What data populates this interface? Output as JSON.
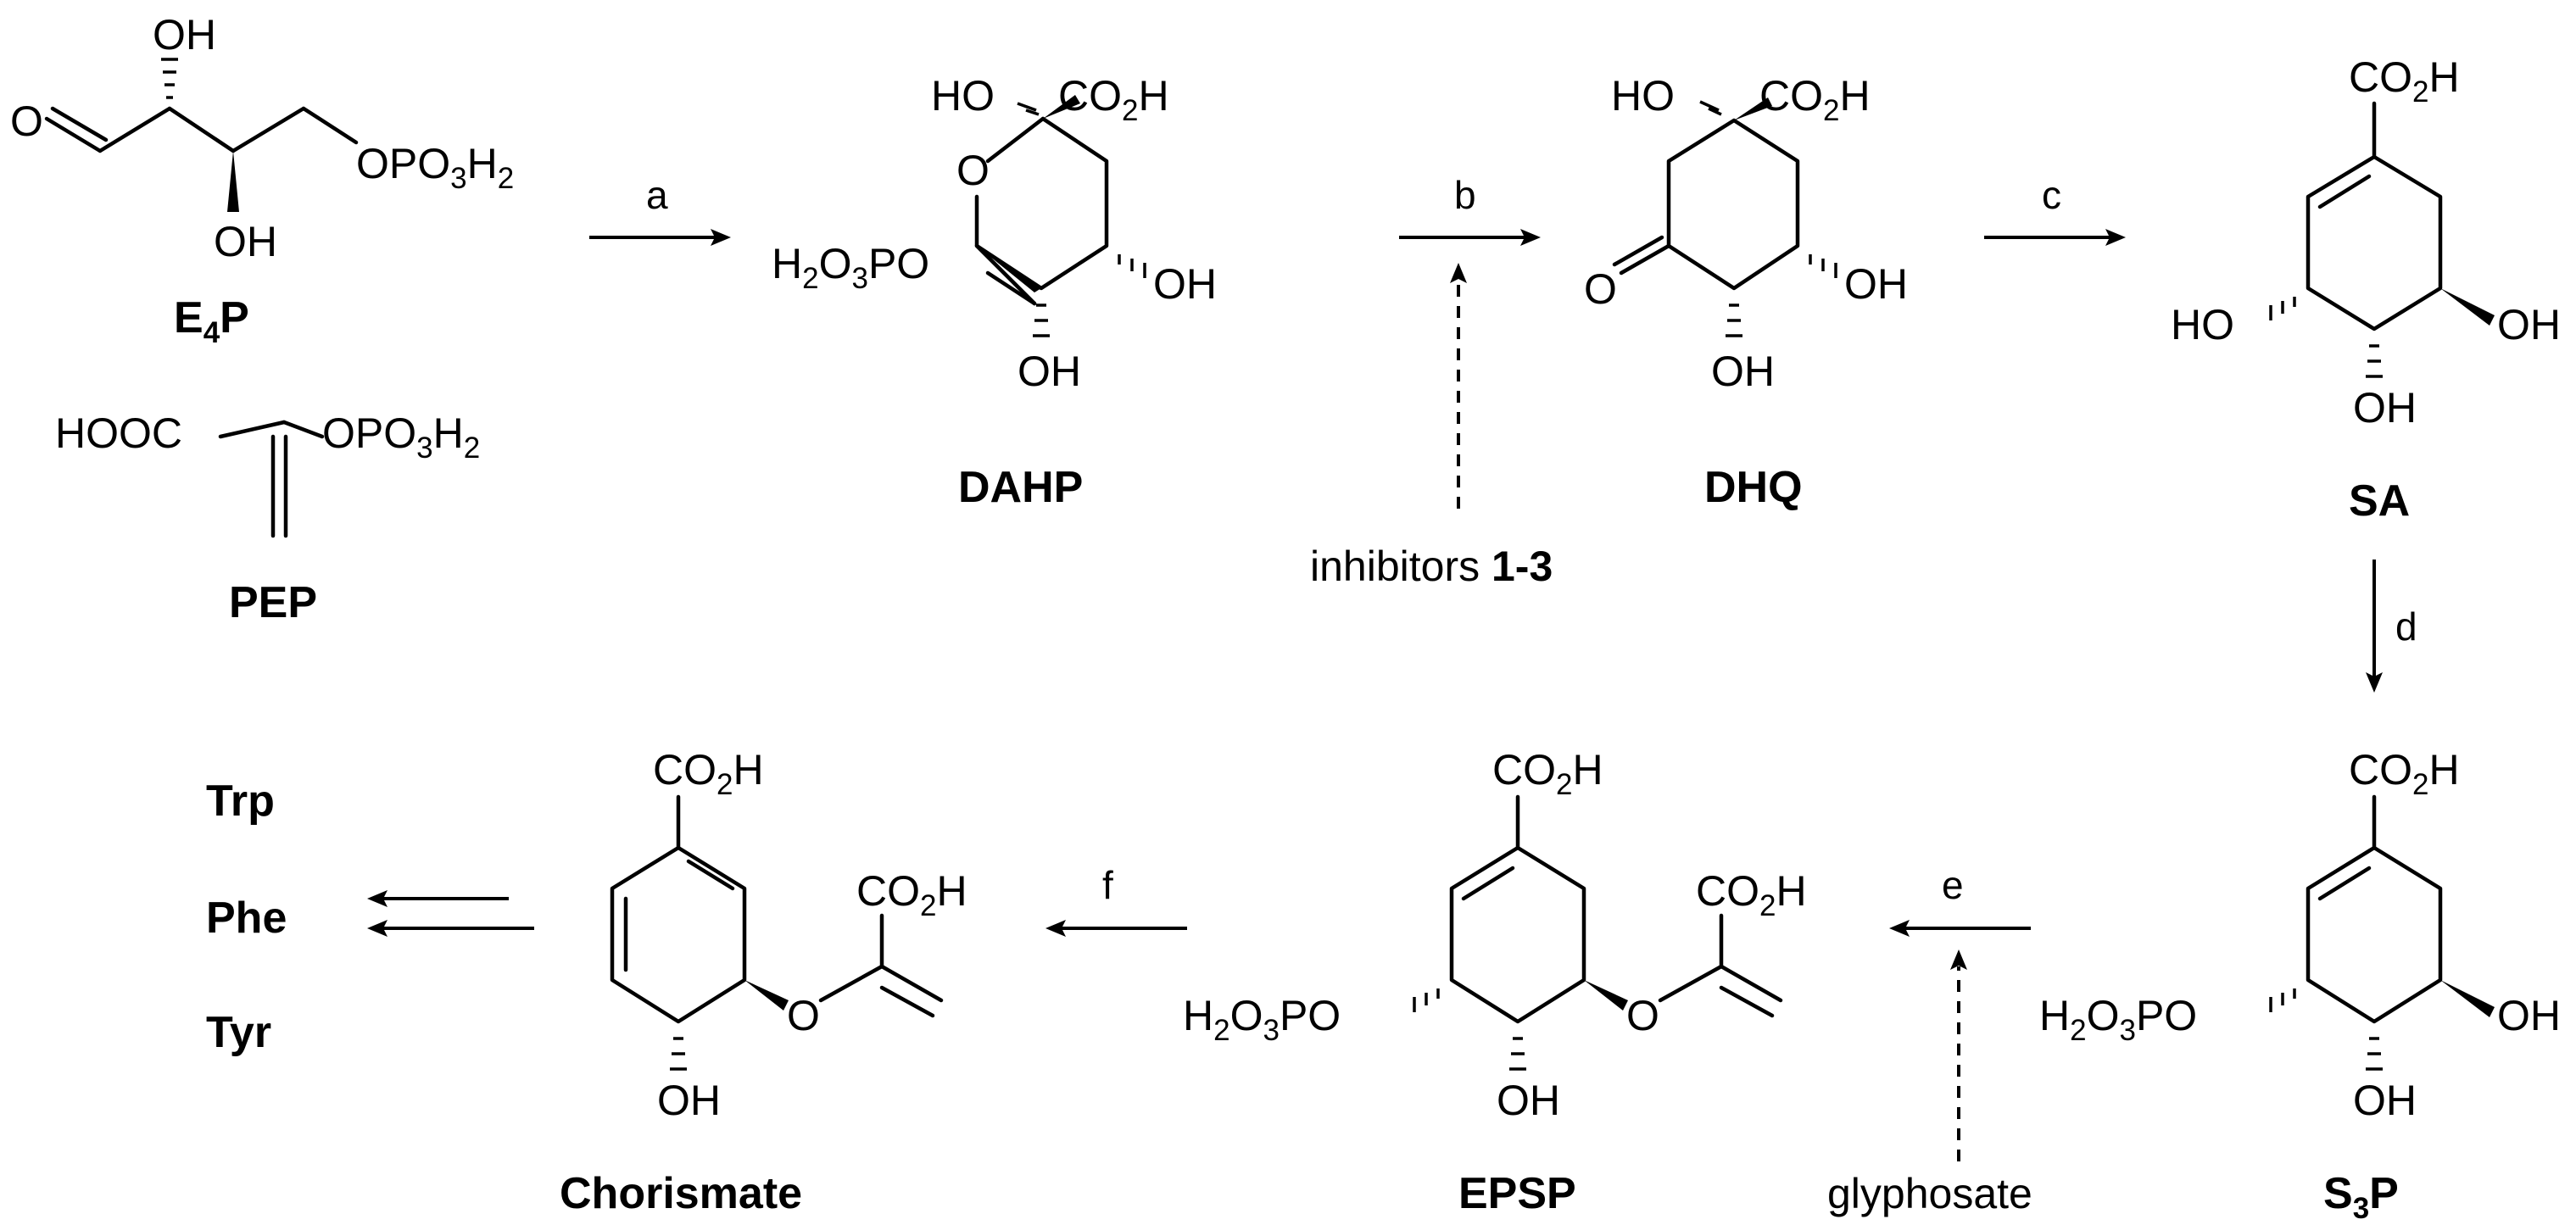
{
  "compounds": {
    "e4p": {
      "name": "E4P",
      "o": "O",
      "oh_top": "OH",
      "oh_bottom": "OH",
      "phosphate": "OPO3H2"
    },
    "pep": {
      "name": "PEP",
      "acid": "HOOC",
      "phosphate": "OPO3H2"
    },
    "dahp": {
      "name": "DAHP",
      "ho": "HO",
      "co2h": "CO2H",
      "ring_o": "O",
      "phosphate": "H2O3PO",
      "oh_right": "OH",
      "oh_bottom": "OH"
    },
    "dhq": {
      "name": "DHQ",
      "ho": "HO",
      "co2h": "CO2H",
      "keto_o": "O",
      "oh_right": "OH",
      "oh_bottom": "OH"
    },
    "sa": {
      "name": "SA",
      "co2h": "CO2H",
      "ho_left": "HO",
      "oh_right": "OH",
      "oh_bottom": "OH"
    },
    "s3p": {
      "name": "S3P",
      "co2h": "CO2H",
      "phosphate": "H2O3PO",
      "oh_right": "OH",
      "oh_bottom": "OH"
    },
    "epsp": {
      "name": "EPSP",
      "co2h": "CO2H",
      "phosphate": "H2O3PO",
      "ether_o": "O",
      "side_co2h": "CO2H",
      "oh_bottom": "OH"
    },
    "chorismate": {
      "name": "Chorismate",
      "co2h": "CO2H",
      "ether_o": "O",
      "side_co2h": "CO2H",
      "oh_bottom": "OH"
    }
  },
  "products": [
    "Trp",
    "Phe",
    "Tyr"
  ],
  "steps": [
    "a",
    "b",
    "c",
    "d",
    "e",
    "f"
  ],
  "inhibitors": {
    "text": "inhibitors ",
    "bold": "1-3"
  },
  "glyphosate": "glyphosate"
}
